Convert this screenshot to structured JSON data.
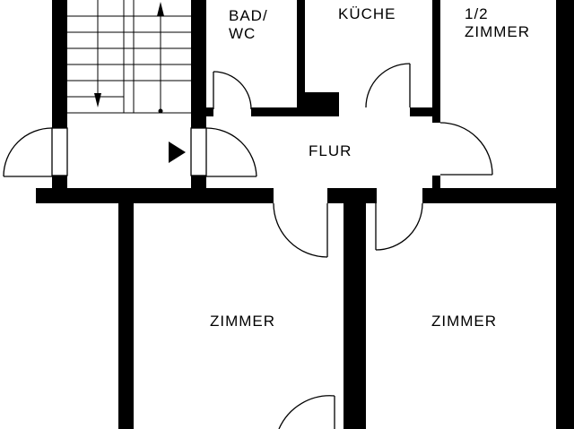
{
  "floorplan": {
    "rooms": {
      "bad_line1": "BAD/",
      "bad_line2": "WC",
      "kueche": "KÜCHE",
      "halbzimmer_line1": "1/2",
      "halbzimmer_line2": "ZIMMER",
      "flur": "FLUR",
      "zimmer_left": "ZIMMER",
      "zimmer_right": "ZIMMER"
    },
    "colors": {
      "wall": "#000000",
      "background": "#ffffff"
    }
  }
}
